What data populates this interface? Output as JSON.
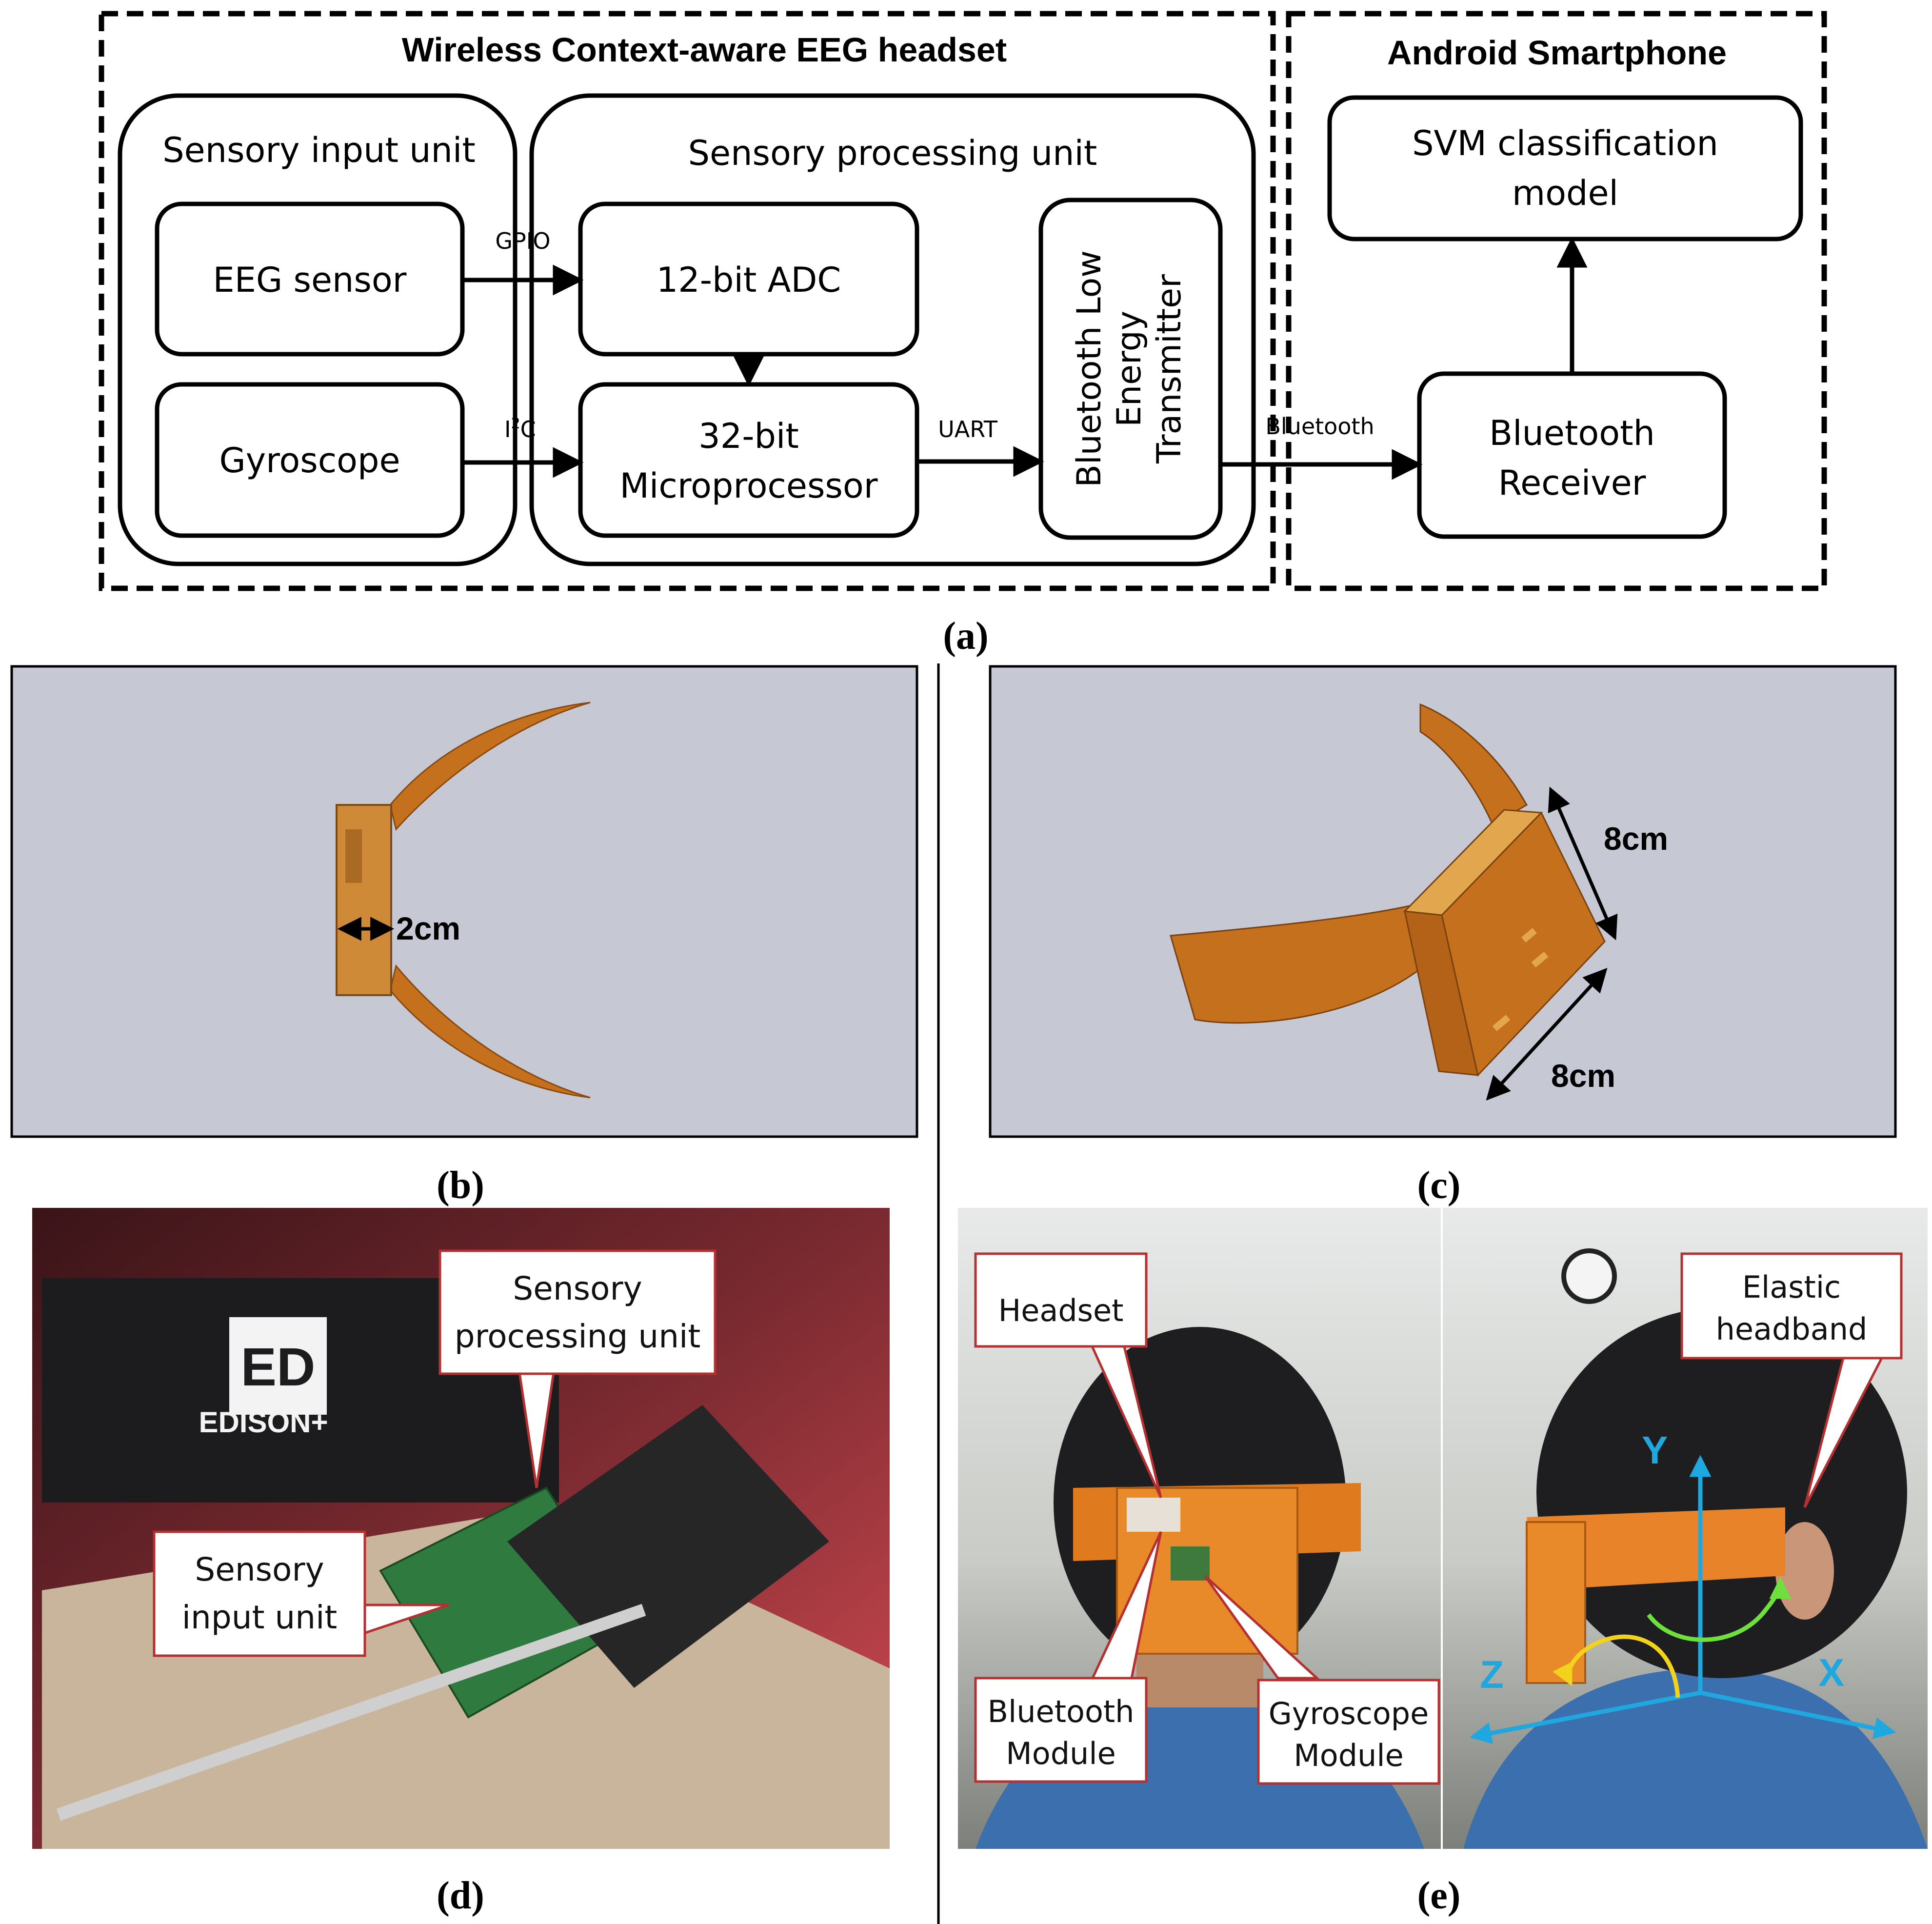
{
  "panel_a": {
    "headset_title": "Wireless Context-aware EEG headset",
    "phone_title": "Android Smartphone",
    "input_unit_label": "Sensory input unit",
    "processing_unit_label": "Sensory processing unit",
    "eeg_sensor": "EEG sensor",
    "gyroscope": "Gyroscope",
    "adc": "12-bit ADC",
    "micro_line1": "32-bit",
    "micro_line2": "Microprocessor",
    "ble_line1": "Bluetooth Low",
    "ble_line2": "Energy",
    "ble_line3": "Transmitter",
    "svm_line1": "SVM classification",
    "svm_line2": "model",
    "receiver_line1": "Bluetooth",
    "receiver_line2": "Receiver",
    "gpio": "GPIO",
    "i2c_i": "I",
    "i2c_sup": "2",
    "i2c_c": "C",
    "uart": "UART",
    "bluetooth_link": "Bluetooth"
  },
  "panel_b": {
    "dimension": "2cm"
  },
  "panel_c": {
    "dimension_side": "8cm",
    "dimension_bottom": "8cm"
  },
  "panel_d": {
    "callout_processing_line1": "Sensory",
    "callout_processing_line2": "processing unit",
    "callout_input_line1": "Sensory",
    "callout_input_line2": "input unit",
    "brand_logo": "ED",
    "brand_name": "EDISON+"
  },
  "panel_e": {
    "headset": "Headset",
    "bluetooth_module_line1": "Bluetooth",
    "bluetooth_module_line2": "Module",
    "gyro_module_line1": "Gyroscope",
    "gyro_module_line2": "Module",
    "elastic_line1": "Elastic",
    "elastic_line2": "headband",
    "axis_x": "X",
    "axis_y": "Y",
    "axis_z": "Z"
  },
  "captions": {
    "a": "(a)",
    "b": "(b)",
    "c": "(c)",
    "d": "(d)",
    "e": "(e)"
  },
  "colors": {
    "render_background": "#c6c9d4",
    "housing_orange": "#c4701c",
    "housing_light": "#e1a64e",
    "axis_blue": "#1fa7e0",
    "rotation_yellow": "#f2d21a",
    "rotation_green": "#6ee03c"
  }
}
